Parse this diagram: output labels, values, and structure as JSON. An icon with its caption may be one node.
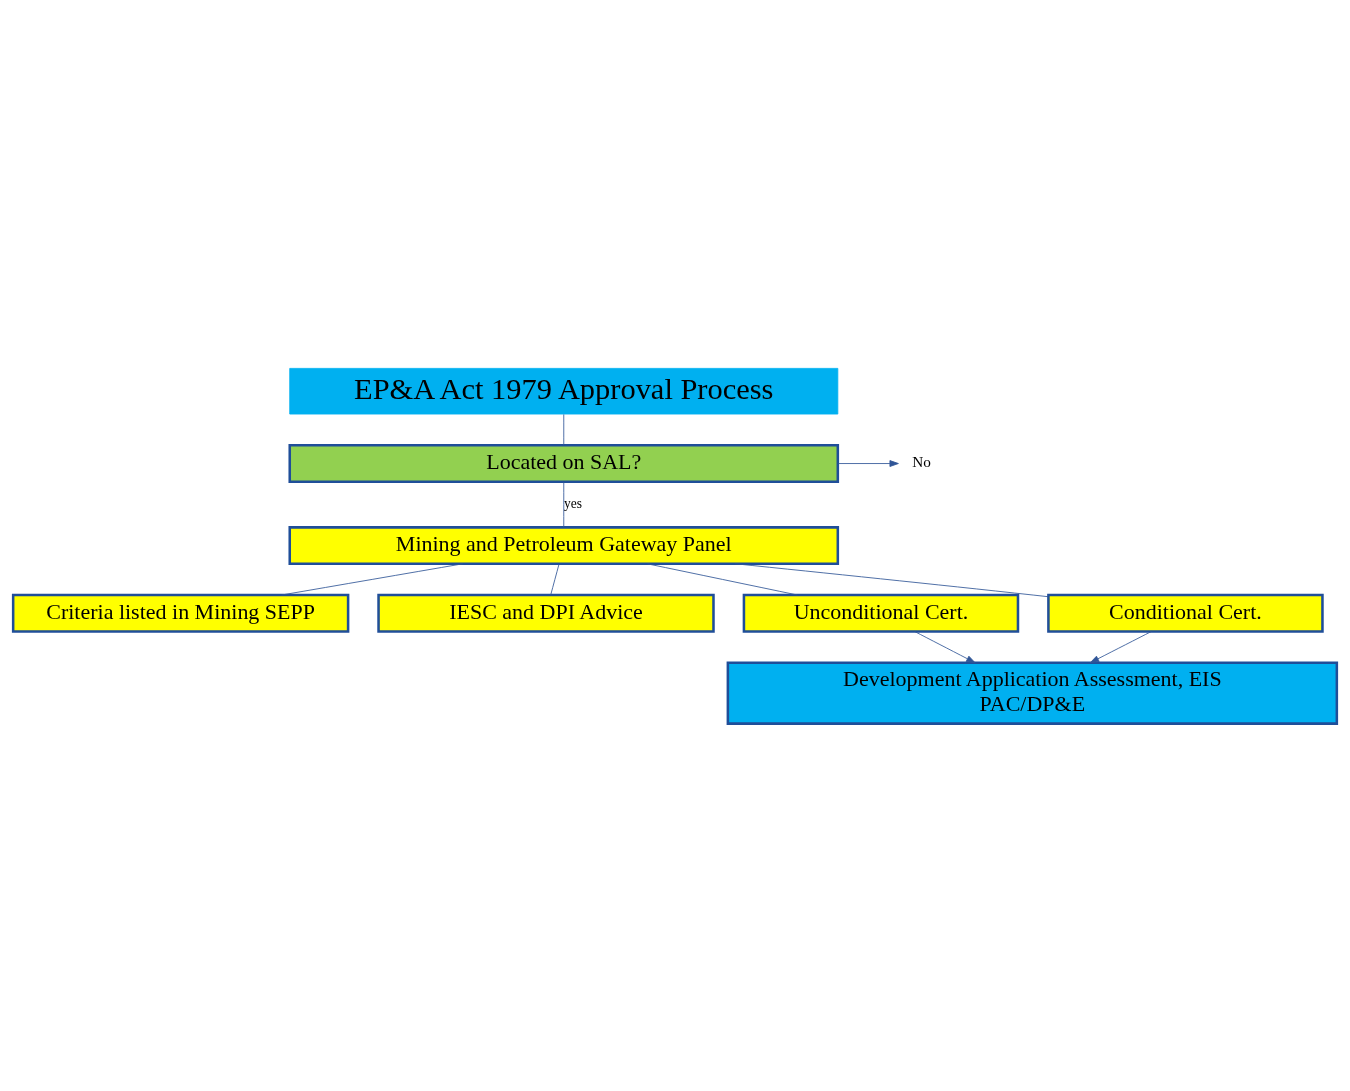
{
  "diagram": {
    "nodes": [
      {
        "text": [
          "EP&A Act 1979 Approval Process"
        ]
      },
      {
        "text": [
          "Located on SAL?"
        ]
      },
      {
        "text": [
          "No"
        ]
      },
      {
        "text": [
          "Mining and Petroleum Gateway Panel"
        ]
      },
      {
        "text": [
          "Criteria listed in Mining SEPP"
        ]
      },
      {
        "text": [
          "IESC and DPI Advice"
        ]
      },
      {
        "text": [
          "Unconditional Cert."
        ]
      },
      {
        "text": [
          "Conditional Cert."
        ]
      },
      {
        "text": [
          "Development Application Assessment, EIS",
          "PAC/DP&E"
        ]
      }
    ],
    "edges": [
      {
        "from": 0,
        "to": 1,
        "arrow": "none"
      },
      {
        "from": 1,
        "to": 2,
        "arrow": "to"
      },
      {
        "from": 1,
        "to": 3,
        "arrow": "none",
        "label": "yes"
      },
      {
        "from": 3,
        "to": 4,
        "arrow": "none"
      },
      {
        "from": 3,
        "to": 5,
        "arrow": "none"
      },
      {
        "from": 3,
        "to": 6,
        "arrow": "none"
      },
      {
        "from": 3,
        "to": 7,
        "arrow": "none"
      },
      {
        "from": 6,
        "to": 8,
        "arrow": "to"
      },
      {
        "from": 7,
        "to": 8,
        "arrow": "to"
      }
    ]
  }
}
